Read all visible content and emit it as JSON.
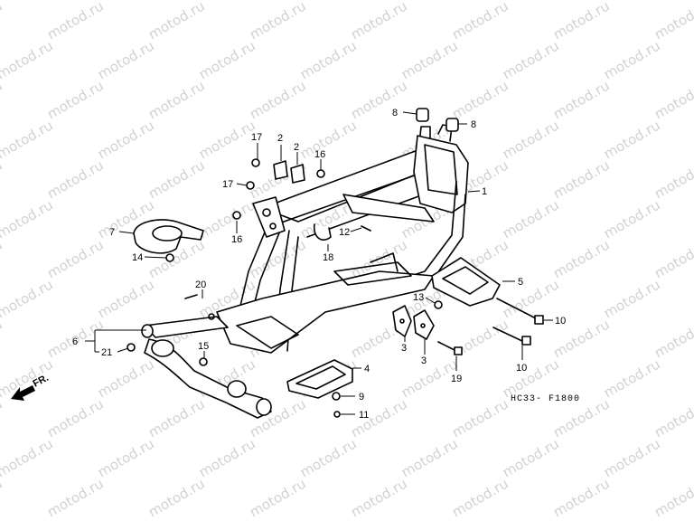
{
  "watermark": "motod.ru",
  "diagram_code": "HC33- F1800",
  "direction_label": "FR.",
  "callouts": {
    "c1": "1",
    "c2a": "2",
    "c2b": "2",
    "c3a": "3",
    "c3b": "3",
    "c4": "4",
    "c5": "5",
    "c6": "6",
    "c7": "7",
    "c8a": "8",
    "c8b": "8",
    "c9": "9",
    "c10a": "10",
    "c10b": "10",
    "c11": "11",
    "c12": "12",
    "c13": "13",
    "c14": "14",
    "c15": "15",
    "c16a": "16",
    "c16b": "16",
    "c17a": "17",
    "c17b": "17",
    "c18": "18",
    "c19": "19",
    "c20": "20",
    "c21": "21"
  },
  "colors": {
    "line": "#000000",
    "watermark": "#d2d2d2",
    "background": "#ffffff"
  }
}
